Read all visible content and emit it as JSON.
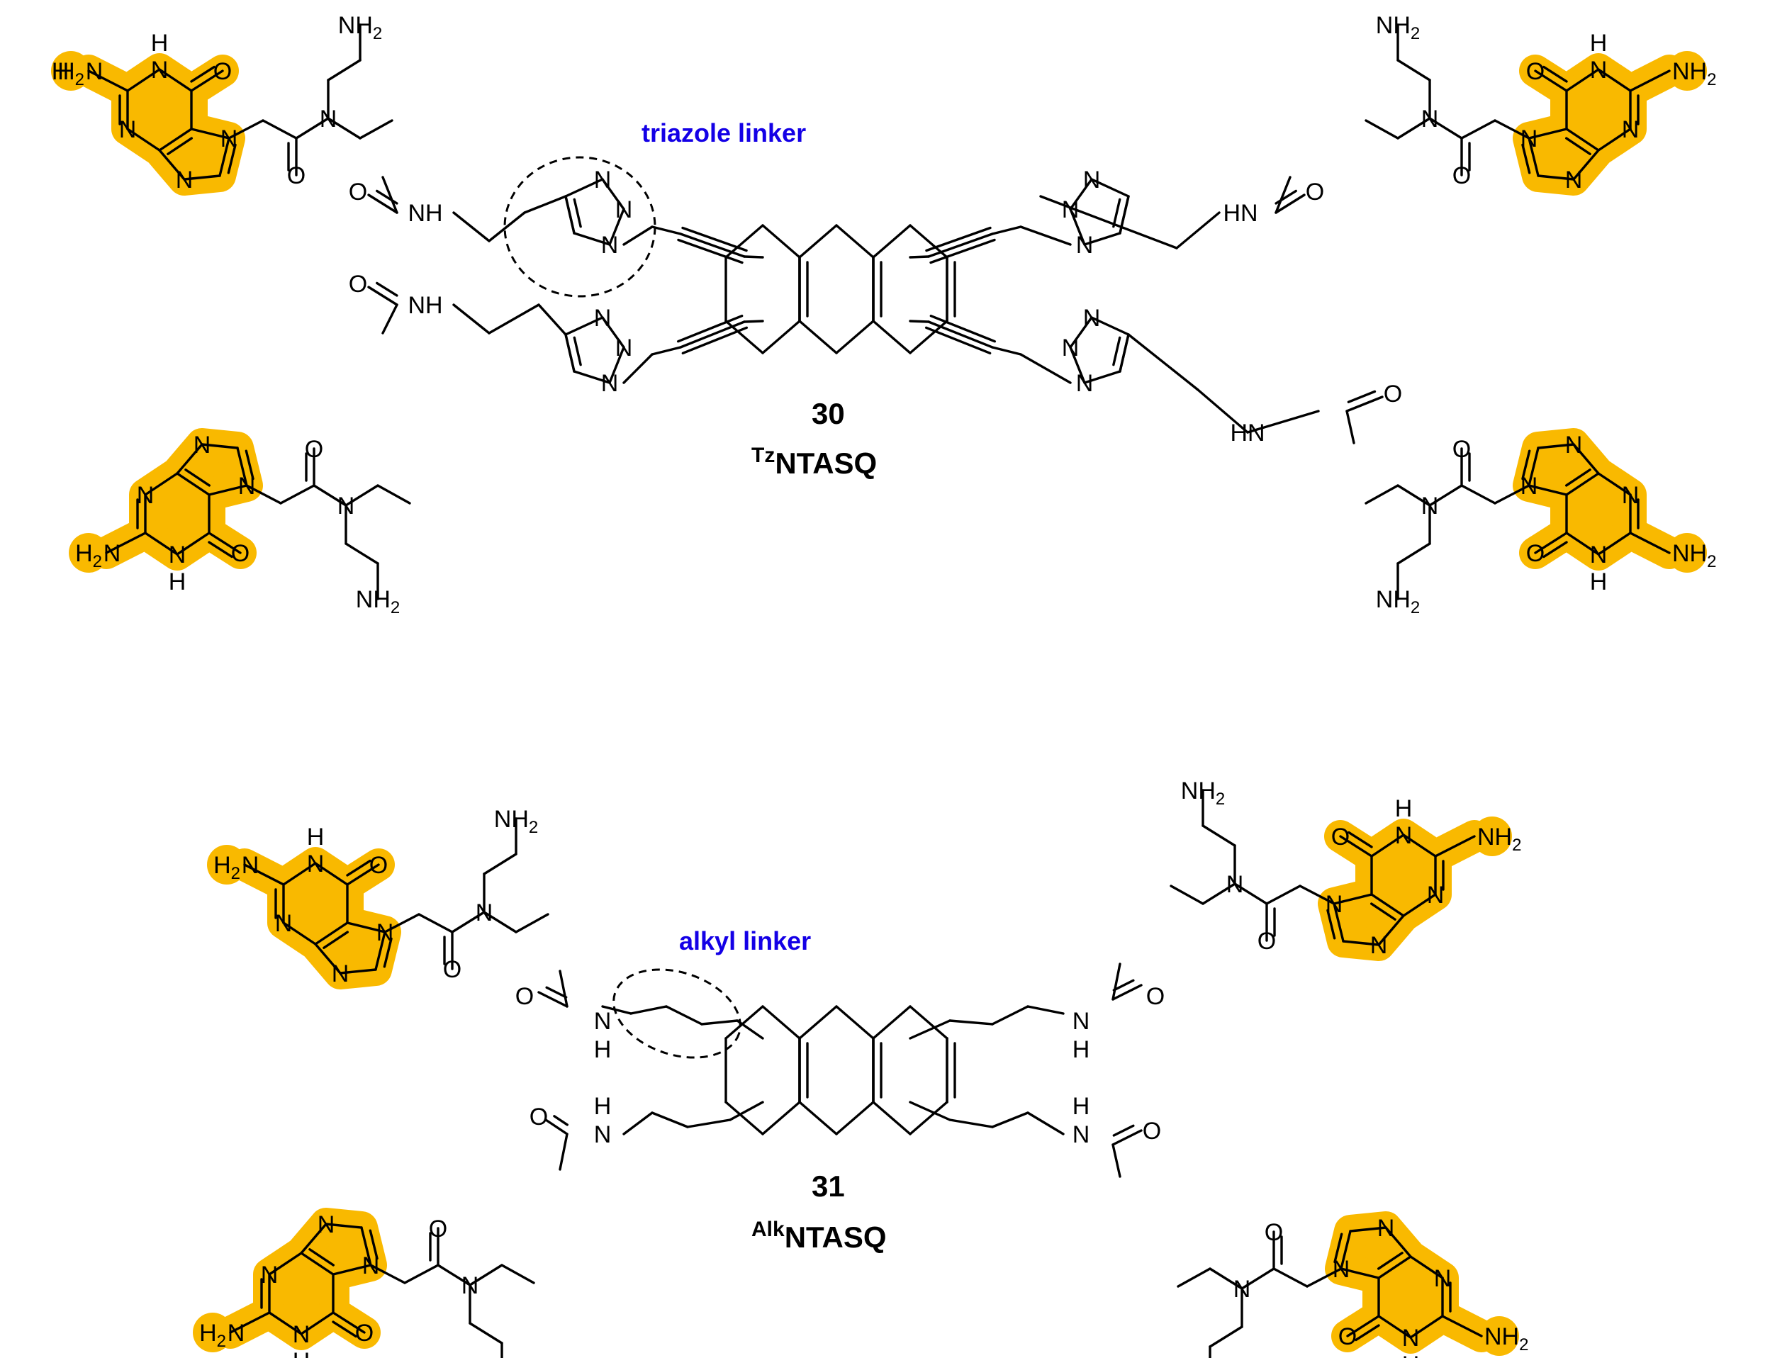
{
  "colors": {
    "highlight": "#F9B900",
    "label": "#1400E6",
    "ink": "#000000"
  },
  "compound_top": {
    "number": "30",
    "name_sup": "Tz",
    "name": "NTASQ",
    "linker_label": "triazole linker"
  },
  "compound_bottom": {
    "number": "31",
    "name_sup": "Alk",
    "name": "NTASQ",
    "linker_label": "alkyl linker"
  },
  "atoms": {
    "nh2": "NH",
    "h2n": "H",
    "n2": "N",
    "sub2": "2",
    "n": "N",
    "o": "O",
    "h": "H",
    "nh": "NH",
    "hn": "HN"
  }
}
